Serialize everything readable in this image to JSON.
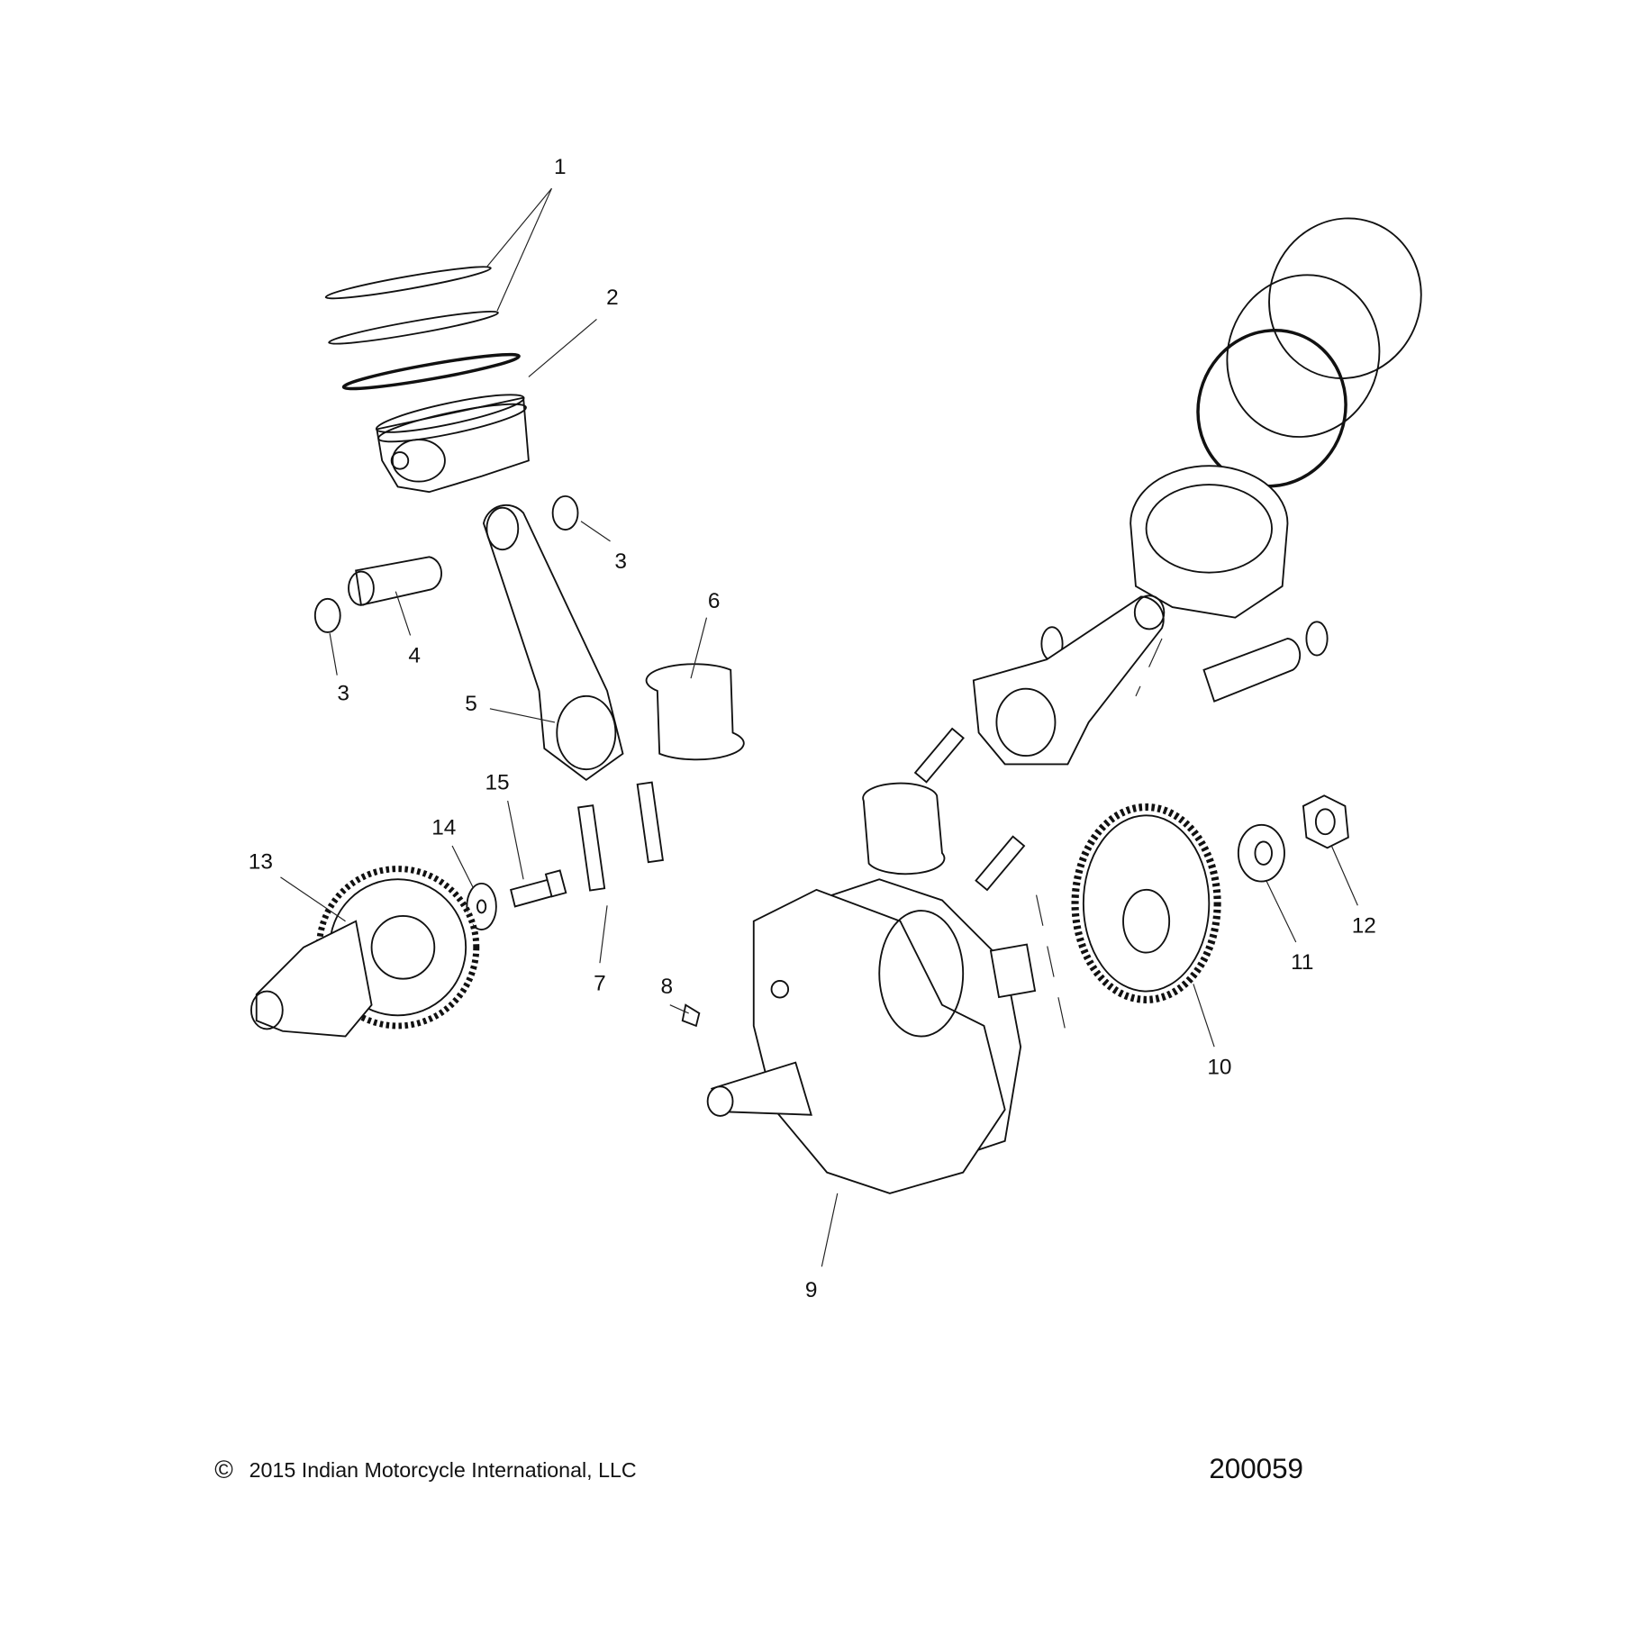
{
  "callouts": [
    "1",
    "2",
    "3",
    "3",
    "4",
    "5",
    "6",
    "7",
    "8",
    "9",
    "10",
    "11",
    "12",
    "13",
    "14",
    "15"
  ],
  "footer": {
    "copyright_symbol": "©",
    "copyright": "2015 Indian Motorcycle International, LLC",
    "diagram_number": "200059"
  }
}
